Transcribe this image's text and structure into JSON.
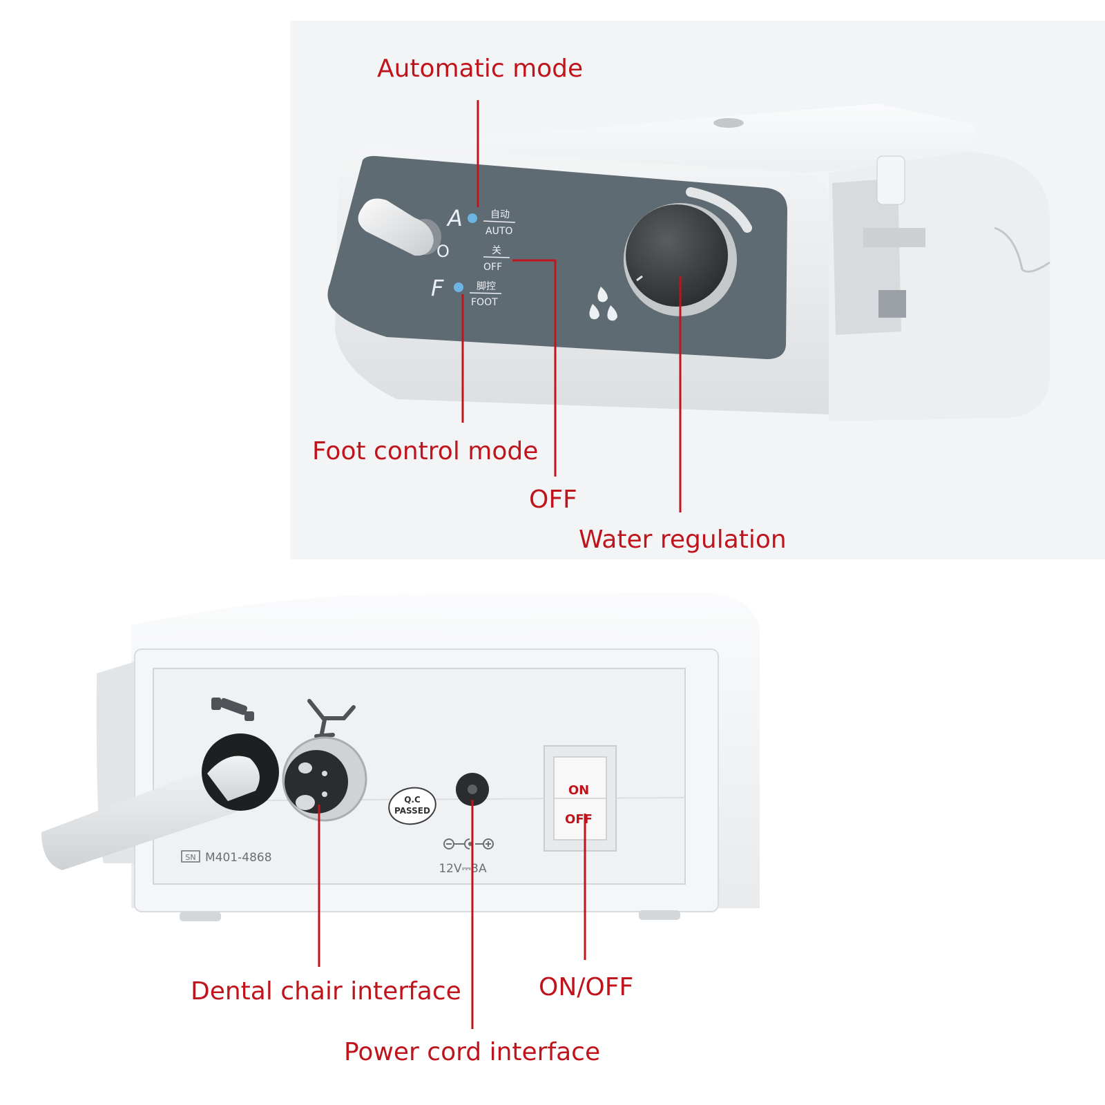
{
  "callouts": {
    "automatic_mode": "Automatic mode",
    "foot_control_mode": "Foot control mode",
    "off": "OFF",
    "water_regulation": "Water regulation",
    "dental_chair_interface": "Dental chair interface",
    "power_cord_interface": "Power cord interface",
    "on_off": "ON/OFF"
  },
  "front_panel": {
    "mode_a_letter": "A",
    "mode_o_letter": "O",
    "mode_f_letter": "F",
    "auto_cn": "自动",
    "auto_en": "AUTO",
    "off_cn": "关",
    "off_en": "OFF",
    "foot_cn": "脚控",
    "foot_en": "FOOT"
  },
  "rear_panel": {
    "qc_line1": "Q.C",
    "qc_line2": "PASSED",
    "serial_prefix": "SN",
    "serial_number": "M401-4868",
    "power_rating": "12V⎓3A",
    "switch_on": "ON",
    "switch_off": "OFF"
  },
  "colors": {
    "callout_red": "#c0141c",
    "panel_slate": "#5f6b73",
    "body_white": "#f2f3f5",
    "indicator_blue": "#6cb4e4"
  }
}
